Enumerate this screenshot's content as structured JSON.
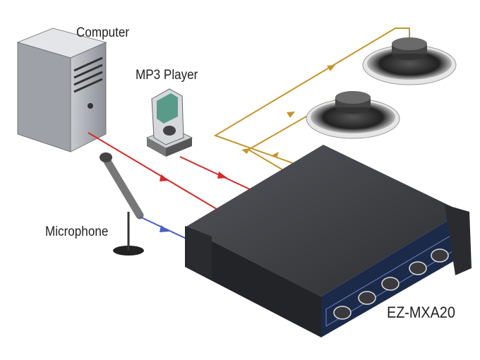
{
  "labels": {
    "computer": "Computer",
    "mp3_player": "MP3 Player",
    "microphone": "Microphone",
    "model": "EZ-MXA20"
  },
  "colors": {
    "line_input": "#d42a2a",
    "line_mic": "#4a5fc0",
    "line_speaker": "#c4952e",
    "amplifier_body": "#3a3b3f",
    "front_panel": "#1c2a4a"
  },
  "icons": [
    "computer-tower-icon",
    "mp3-player-icon",
    "microphone-icon",
    "speaker-icon",
    "amplifier-icon"
  ]
}
